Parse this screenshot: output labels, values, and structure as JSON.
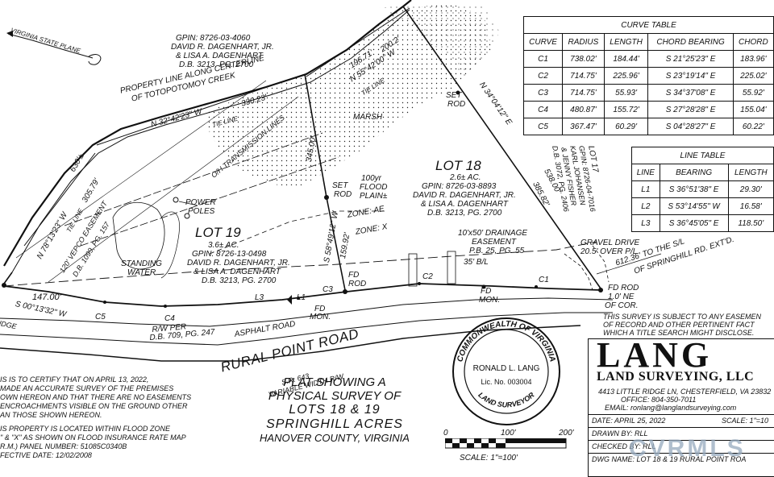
{
  "plat": {
    "state_plane": "VIRGINIA STATE PLANE",
    "gpin_top": "GPIN: 8726-03-4060",
    "owner_top_1": "DAVID R. DAGENHART, JR.",
    "owner_top_2": "& LISA A. DAGENHART",
    "db_top": "D.B. 3213, PG. 2700",
    "property_line_1": "PROPERTY LINE ALONG CENTERLINE",
    "property_line_2": "OF TOTOPOTOMOY CREEK",
    "bearing_top": "N 32°42'23\" W",
    "dist_top": "330.23'",
    "tie_line_top": "TIE LINE",
    "transmission": "O/H TRANSMISSION LINES",
    "marsh": "MARSH",
    "dist_200": "200.2'",
    "dist_196": "196.71'",
    "bearing_n55": "N 55°42'00\" W",
    "tie_line_2": "TIE LINE",
    "bearing_n34": "N 34°04'12\" E",
    "set_rod_1": "SET",
    "set_rod_1b": "ROD",
    "dist_345": "345.00'",
    "dist_630": "630'±",
    "bearing_n78": "N 78°13'23\" W",
    "dist_305": "305.79'",
    "tie_line_3": "TIE LINE",
    "vepco_1": "120' VEPCO EASEMENT",
    "vepco_2": "D.B. 1099, PG. 157",
    "power_poles_1": "POWER",
    "power_poles_2": "POLES",
    "lot19_title": "LOT 19",
    "lot19_ac": "3.6± AC.",
    "lot19_gpin": "GPIN: 8726-13-0498",
    "lot19_owner1": "DAVID R. DAGENHART, JR.",
    "lot19_owner2": "& LISA A. DAGENHART",
    "lot19_db": "D.B. 3213, PG. 2700",
    "standing_1": "STANDING",
    "standing_2": "WATER",
    "set_rod_2": "SET",
    "set_rod_2b": "ROD",
    "bearing_s58": "S 58°49'12\" W",
    "dist_159": "159.92'",
    "flood_1": "100yr",
    "flood_2": "FLOOD",
    "flood_3": "PLAIN±",
    "zone_ae": "ZONE: AE",
    "zone_x": "ZONE: X",
    "lot18_title": "LOT 18",
    "lot18_ac": "2.6± AC.",
    "lot18_gpin": "GPIN: 8726-03-8893",
    "lot18_owner1": "DAVID R. DAGENHART, JR.",
    "lot18_owner2": "& LISA A. DAGENHART",
    "lot18_db": "D.B. 3213, PG. 2700",
    "drain_1": "10'x50' DRAINAGE",
    "drain_2": "EASEMENT",
    "drain_3": "P.B. 25, PG. 55",
    "setback": "35' B/L",
    "lot17_1": "LOT 17",
    "lot17_2": "GPIN: 8726-04-7016",
    "lot17_3": "KARL JOHANSEN",
    "lot17_4": "& JENNY FISHER",
    "lot17_5": "D.B. 3072, PG. 2406",
    "dist_538": "538.00'",
    "dist_385": "385.82'",
    "gravel_1": "GRAVEL DRIVE",
    "gravel_2": "20.5' OVER P/L",
    "to_sl_1": "612.36' TO THE S/L",
    "to_sl_2": "OF SPRINGHILL RD. EXT'D.",
    "fd_rod_1": "FD ROD",
    "fd_rod_1b": "1.0' NE",
    "fd_rod_1c": "OF COR.",
    "fd_mon_1": "FD",
    "fd_mon_1b": "MON.",
    "c1": "C1",
    "c2": "C2",
    "c3": "C3",
    "c4": "C4",
    "c5": "C5",
    "l1": "L1",
    "l3": "L3",
    "fd_rod_2": "FD",
    "fd_rod_2b": "ROD",
    "fd_mon_2": "FD",
    "fd_mon_2b": "MON.",
    "dist_147": "147.00'",
    "bearing_s00": "S 00°13'32\" W",
    "ridge": "IDGE",
    "rw_1": "R/W PER",
    "rw_2": "D.B. 709, PG. 247",
    "asphalt": "ASPHALT ROAD",
    "road_name": "RURAL POINT ROAD",
    "road_sr": "S.R. 643",
    "road_rw": "VARIABLE WIDTH R/W"
  },
  "curve_table": {
    "title": "CURVE TABLE",
    "headers": [
      "CURVE",
      "RADIUS",
      "LENGTH",
      "CHORD BEARING",
      "CHORD"
    ],
    "rows": [
      [
        "C1",
        "738.02'",
        "184.44'",
        "S 21°25'23\" E",
        "183.96'"
      ],
      [
        "C2",
        "714.75'",
        "225.96'",
        "S 23°19'14\" E",
        "225.02'"
      ],
      [
        "C3",
        "714.75'",
        "55.93'",
        "S 34°37'08\" E",
        "55.92'"
      ],
      [
        "C4",
        "480.87'",
        "155.72'",
        "S 27°28'28\" E",
        "155.04'"
      ],
      [
        "C5",
        "367.47'",
        "60.29'",
        "S 04°28'27\" E",
        "60.22'"
      ]
    ]
  },
  "line_table": {
    "title": "LINE TABLE",
    "headers": [
      "LINE",
      "BEARING",
      "LENGTH"
    ],
    "rows": [
      [
        "L1",
        "S 36°51'38\" E",
        "29.30'"
      ],
      [
        "L2",
        "S 53°14'55\" W",
        "16.58'"
      ],
      [
        "L3",
        "S 36°45'05\" E",
        "118.50'"
      ]
    ]
  },
  "notes": {
    "survey_note_1": "THIS SURVEY IS SUBJECT TO ANY EASEMEN",
    "survey_note_2": "OF RECORD AND OTHER PERTINENT FACT",
    "survey_note_3": "WHICH A TITLE SEARCH MIGHT DISCLOSE.",
    "cert_1": "IS IS TO CERTIFY THAT ON APRIL 13, 2022,",
    "cert_2": "MADE AN ACCURATE SURVEY OF THE PREMISES",
    "cert_3": "OWN HEREON AND THAT THERE ARE NO EASEMENTS",
    "cert_4": "ENCROACHMENTS VISIBLE ON THE GROUND OTHER",
    "cert_5": "AN THOSE SHOWN HEREON.",
    "flood_1": "IS PROPERTY IS LOCATED WITHIN FLOOD ZONE",
    "flood_2": "\" & \"X\" AS SHOWN ON FLOOD INSURANCE RATE MAP",
    "flood_3": "R.M.) PANEL NUMBER: 51085C0340B",
    "flood_4": "FECTIVE DATE: 12/02/2008"
  },
  "title_block": {
    "line1": "PLAT SHOWING A",
    "line2": "PHYSICAL SURVEY OF",
    "line3": "LOTS 18 & 19",
    "line4": "SPRINGHILL ACRES",
    "line5": "HANOVER COUNTY, VIRGINIA"
  },
  "seal": {
    "top_text": "COMMONWEALTH OF VIRGINIA",
    "name": "RONALD L. LANG",
    "lic": "Lic. No. 003004",
    "bottom_text": "LAND SURVEYOR"
  },
  "scale_bar": {
    "t0": "0",
    "t100": "100'",
    "t200": "200'",
    "label": "SCALE: 1\"=100'"
  },
  "company": {
    "logo": "LANG",
    "name": "LAND SURVEYING, LLC",
    "address": "4413 LITTLE RIDGE LN, CHESTERFIELD, VA 23832",
    "office": "OFFICE: 804-350-7011",
    "email": "EMAIL: ronlang@langlandsurveying.com",
    "date": "DATE: APRIL 25, 2022",
    "scale": "SCALE: 1\"=10",
    "drawn": "DRAWN BY: RLL",
    "checked": "CHECKED BY: RLL",
    "dwg": "DWG NAME: LOT 18 & 19 RURAL POINT ROA"
  },
  "watermark": {
    "text": "CVRMLS"
  }
}
